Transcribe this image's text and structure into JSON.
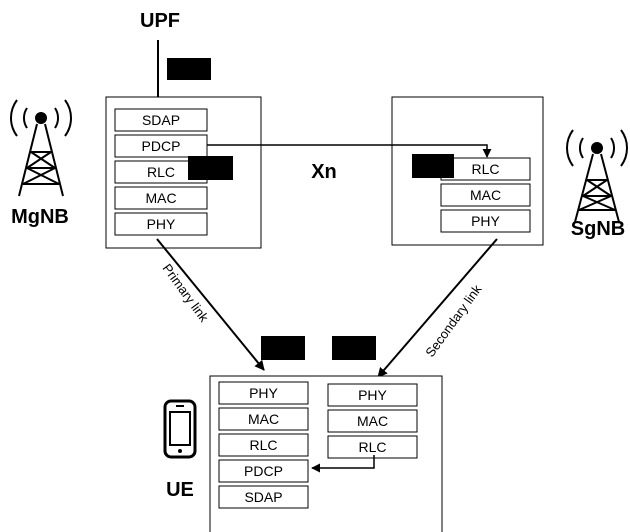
{
  "labels": {
    "upf": "UPF",
    "xn": "Xn",
    "mgnb": "MgNB",
    "sgnb": "SgNB",
    "ue": "UE",
    "primary_link": "Primary link",
    "secondary_link": "Secondary link"
  },
  "mgnb_stack": [
    "SDAP",
    "PDCP",
    "RLC",
    "MAC",
    "PHY"
  ],
  "sgnb_stack": [
    "RLC",
    "MAC",
    "PHY"
  ],
  "ue_primary_stack": [
    "PHY",
    "MAC",
    "RLC",
    "PDCP",
    "SDAP"
  ],
  "ue_secondary_stack": [
    "PHY",
    "MAC",
    "RLC"
  ],
  "icons": {
    "mgnb": "cell-tower-icon",
    "sgnb": "cell-tower-icon",
    "ue": "smartphone-icon"
  }
}
